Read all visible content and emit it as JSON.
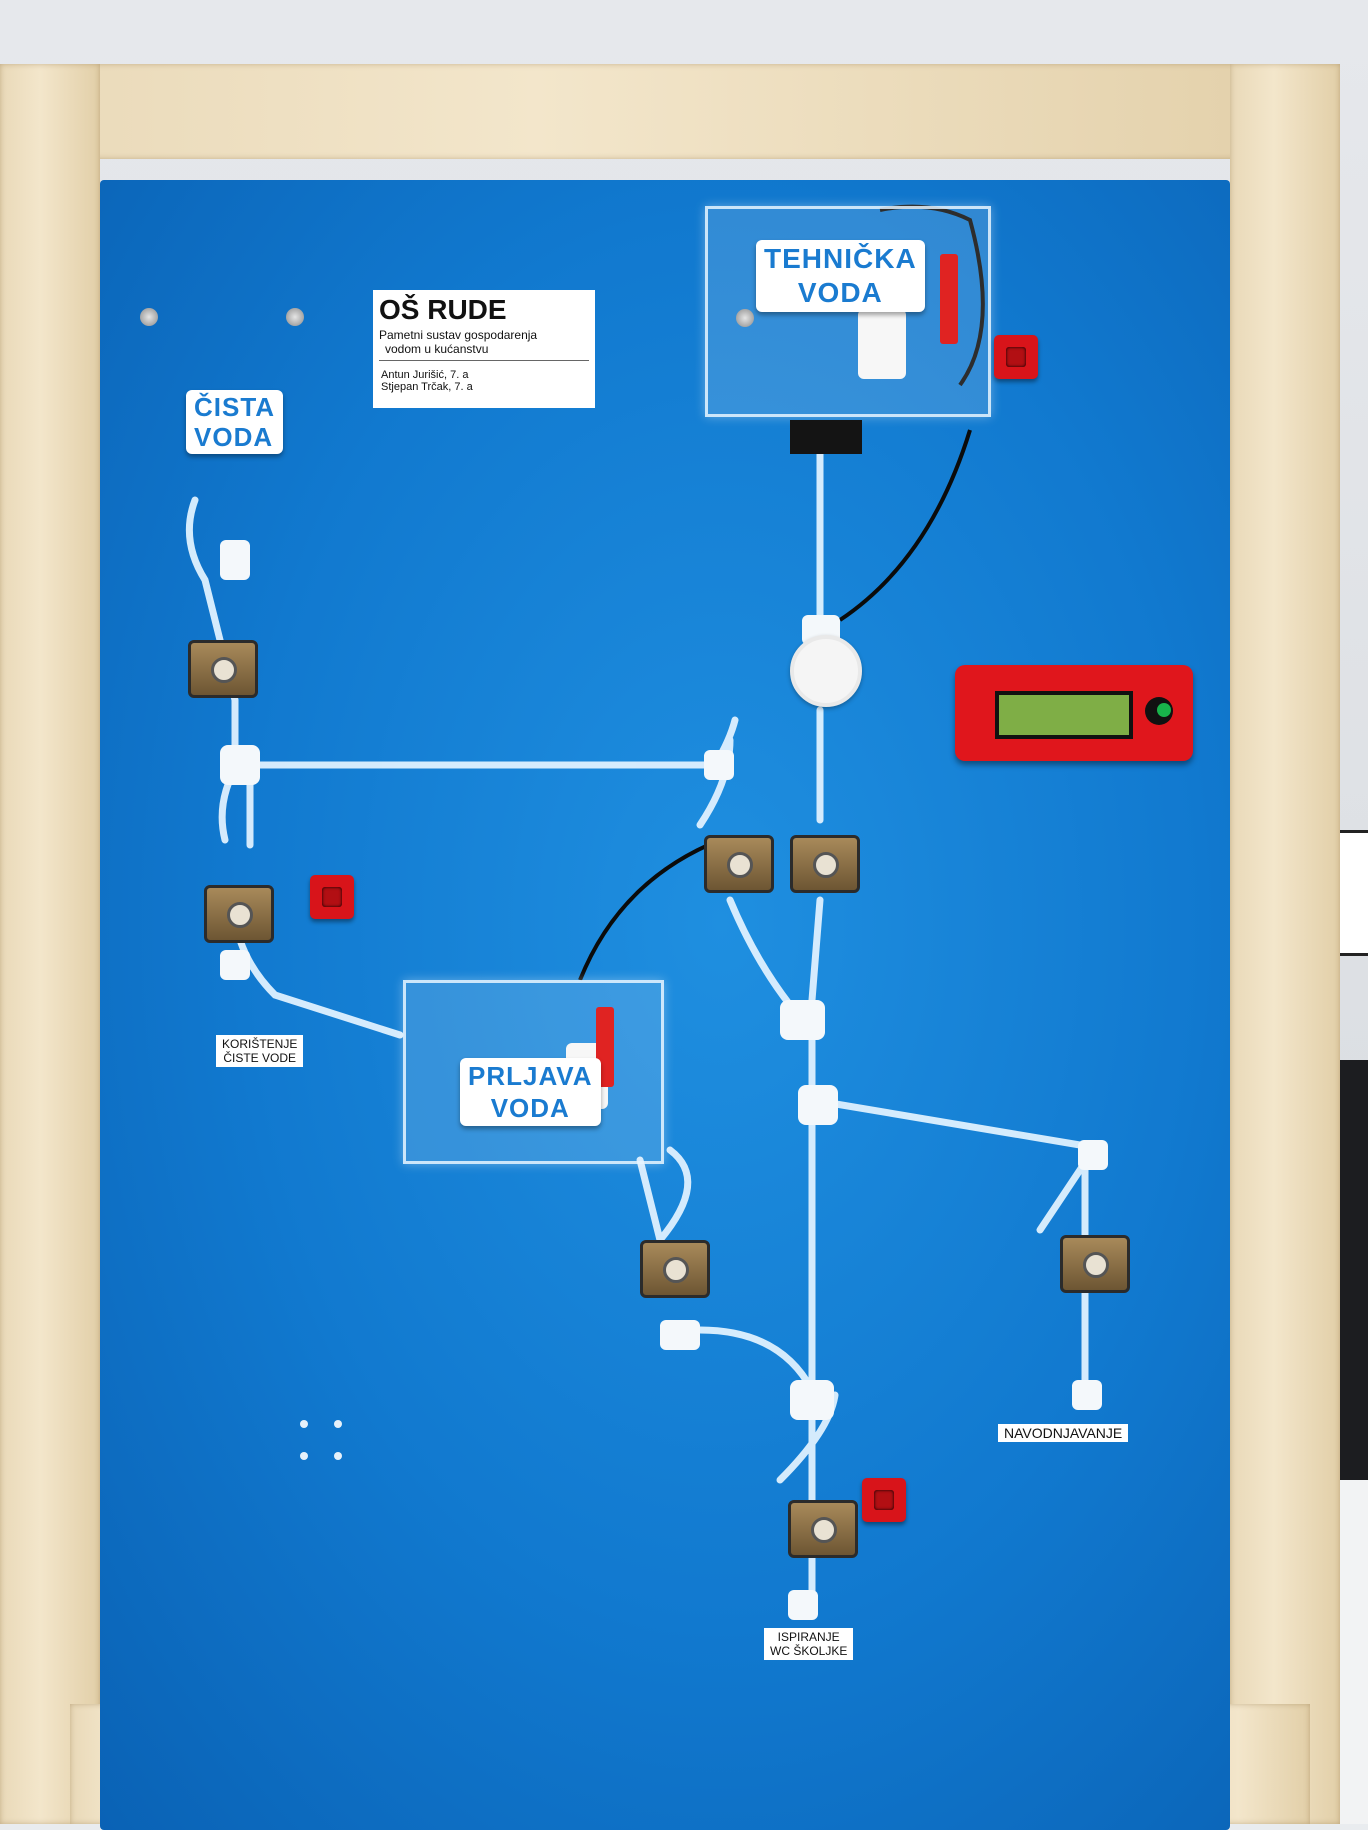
{
  "school_sign": {
    "title": "OŠ RUDE",
    "subtitle_line1": "Pametni sustav gospodarenja",
    "subtitle_line2": "vodom u kućanstvu",
    "author1": "Antun Jurišić, 7. a",
    "author2": "Stjepan Trčak, 7. a"
  },
  "labels": {
    "cista_1": "ČISTA",
    "cista_2": "VODA",
    "tehnicka_1": "TEHNIČKA",
    "tehnicka_2": "VODA",
    "prljava_1": "PRLJAVA",
    "prljava_2": "VODA"
  },
  "tags": {
    "koristenje_1": "KORIŠTENJE",
    "koristenje_2": "ČISTE VODE",
    "navodnjavanje": "NAVODNJAVANJE",
    "ispiranje_1": "ISPIRANJE",
    "ispiranje_2": "WC ŠKOLJKE"
  },
  "colors": {
    "panel_blue": "#1179cf",
    "frame_wood": "#ecdcbc",
    "control_box_red": "#e0161c",
    "lcd_green": "#7fae46",
    "tube": "#dff1ff"
  }
}
